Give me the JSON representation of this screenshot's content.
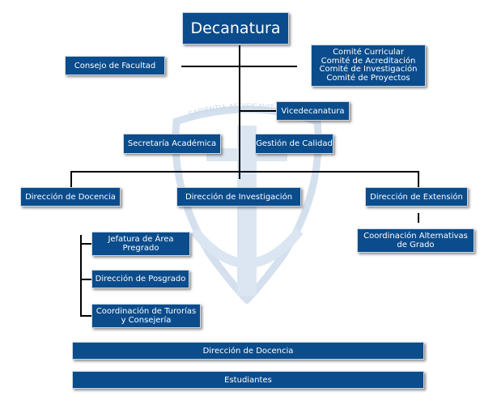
{
  "chart_data": {
    "type": "org-chart",
    "root": "Decanatura",
    "nodes": [
      "Decanatura",
      "Consejo de Facultad",
      "Comité Curricular",
      "Comité de Acreditación",
      "Comité de Investigación",
      "Comité de Proyectos",
      "Vicedecanatura",
      "Secretaría Académica",
      "Gestión de Calidad",
      "Dirección de Docencia",
      "Dirección de Investigación",
      "Dirección de Extensión",
      "Jefatura de Área Pregrado",
      "Dirección de Posgrado",
      "Coordinación de Turorías y Consejería",
      "Coordinación Alternativas de Grado",
      "Dirección de Docencia",
      "Estudiantes"
    ],
    "edges": [
      [
        "Decanatura",
        "Consejo de Facultad"
      ],
      [
        "Decanatura",
        "Comités"
      ],
      [
        "Decanatura",
        "Vicedecanatura"
      ],
      [
        "Decanatura",
        "Dirección de Docencia"
      ],
      [
        "Decanatura",
        "Dirección de Investigación"
      ],
      [
        "Decanatura",
        "Dirección de Extensión"
      ],
      [
        "Dirección de Docencia",
        "Jefatura de Área Pregrado"
      ],
      [
        "Dirección de Docencia",
        "Dirección de Posgrado"
      ],
      [
        "Dirección de Docencia",
        "Coordinación de Turorías y Consejería"
      ],
      [
        "Dirección de Extensión",
        "Coordinación Alternativas de Grado"
      ]
    ]
  },
  "org": {
    "decanatura": "Decanatura",
    "consejo": "Consejo de Facultad",
    "comites": [
      "Comité Curricular",
      "Comité de Acreditación",
      "Comité de Investigación",
      "Comité de Proyectos"
    ],
    "vicedecanatura": "Vicedecanatura",
    "secretaria": "Secretaría Académica",
    "calidad": "Gestión de Calidad",
    "docencia": "Dirección de Docencia",
    "investigacion": "Dirección de Investigación",
    "extension": "Dirección de Extensión",
    "jefatura": [
      "Jefatura de Área",
      "Pregrado"
    ],
    "posgrado": "Dirección de Posgrado",
    "tutorias": [
      "Coordinación de Turorías",
      "y Consejería"
    ],
    "alternativas": [
      "Coordinación Alternativas",
      "de Grado"
    ],
    "docencia_bar": "Dirección de Docencia",
    "estudiantes": "Estudiantes"
  },
  "watermark": {
    "motto": "SAPIENTIA AEDIFICAVIT SIBI",
    "color": "#c9d8ea"
  },
  "colors": {
    "box": "#0b4c8c",
    "text": "#ffffff",
    "connector": "#000000"
  }
}
